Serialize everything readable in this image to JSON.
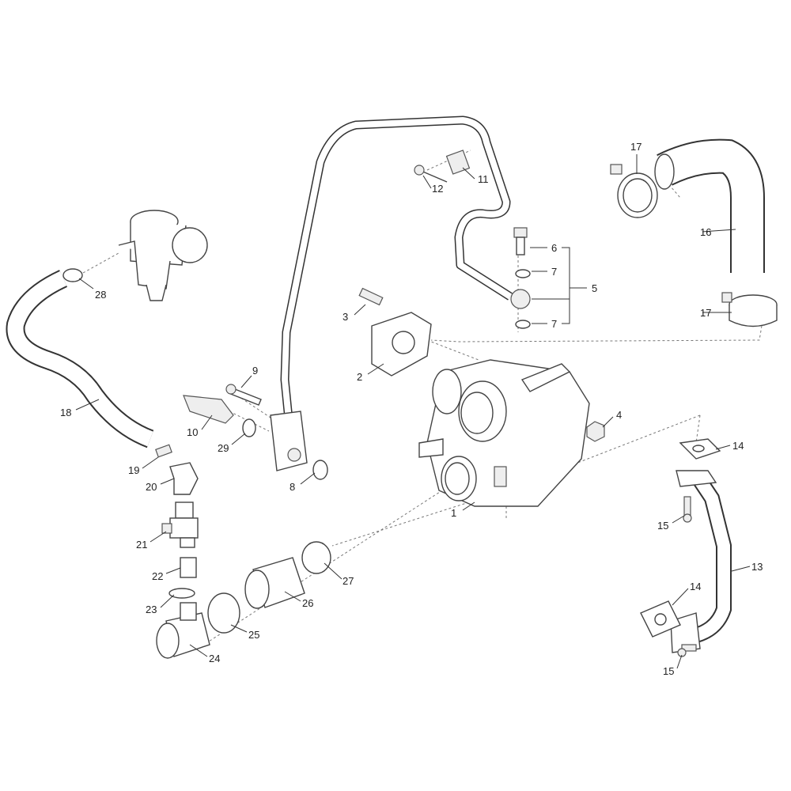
{
  "diagram": {
    "title": "Turbocharger assembly exploded view",
    "callouts": [
      "17",
      "11",
      "12",
      "16",
      "6",
      "7",
      "5",
      "7",
      "17",
      "28",
      "3",
      "9",
      "2",
      "4",
      "18",
      "10",
      "29",
      "14",
      "19",
      "8",
      "20",
      "15",
      "1",
      "21",
      "13",
      "27",
      "22",
      "14",
      "26",
      "23",
      "25",
      "24",
      "15"
    ]
  }
}
